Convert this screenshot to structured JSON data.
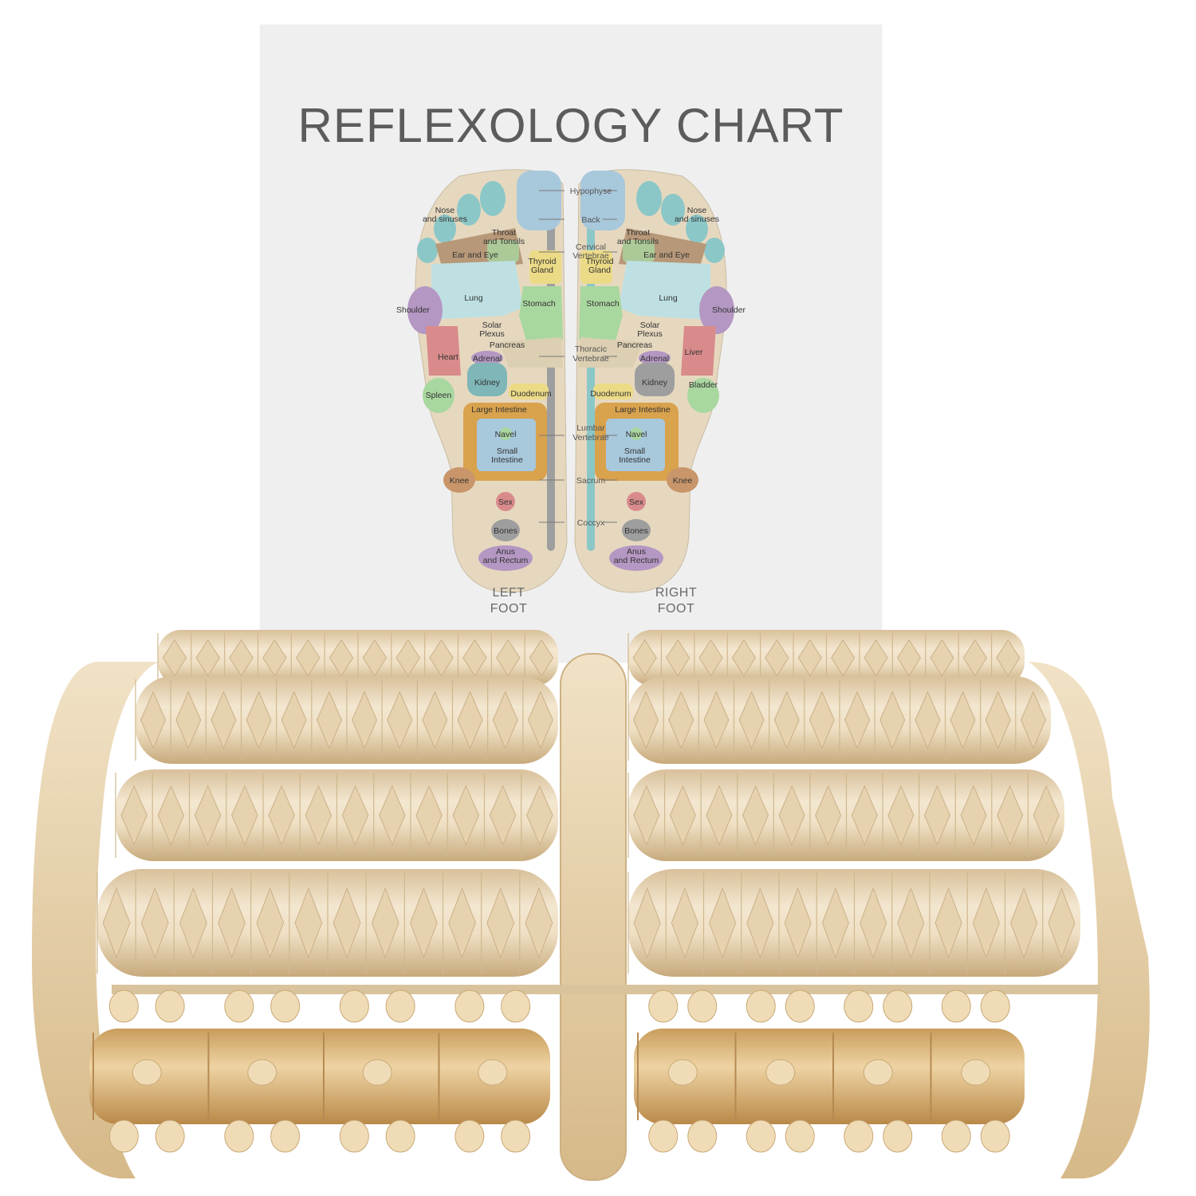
{
  "chart": {
    "title": "REFLEXOLOGY CHART",
    "left_foot_caption": [
      "LEFT",
      "FOOT"
    ],
    "right_foot_caption": [
      "RIGHT",
      "FOOT"
    ],
    "center_labels": [
      "Hypophyse",
      "Back",
      "Cervical",
      "Vertebrae",
      "Thoracic",
      "Vertebrae",
      "Lumbar",
      "Vertebrae",
      "Sacrum",
      "Coccyx"
    ],
    "left_foot_labels": {
      "nose": [
        "Nose",
        "and sinuses"
      ],
      "ear": "Ear and Eye",
      "throat": [
        "Throat",
        "and Tonsils"
      ],
      "thyroid": [
        "Thyroid",
        "Gland"
      ],
      "shoulder": "Shoulder",
      "lung": "Lung",
      "stomach": "Stomach",
      "solar": [
        "Solar",
        "Plexus"
      ],
      "pancreas": "Pancreas",
      "heart": "Heart",
      "adrenal": "Adrenal",
      "kidney": "Kidney",
      "spleen": "Spleen",
      "duodenum": "Duodenum",
      "large_intestine": "Large Intestine",
      "navel": "Navel",
      "small_intestine": [
        "Small",
        "Intestine"
      ],
      "knee": "Knee",
      "sex": "Sex",
      "bones": "Bones",
      "anus": [
        "Anus",
        "and Rectum"
      ]
    },
    "right_foot_labels": {
      "nose": [
        "Nose",
        "and sinuses"
      ],
      "ear": "Ear and Eye",
      "throat": [
        "Throat",
        "and Tonsils"
      ],
      "thyroid": [
        "Thyroid",
        "Gland"
      ],
      "shoulder": "Shoulder",
      "lung": "Lung",
      "stomach": "Stomach",
      "solar": [
        "Solar",
        "Plexus"
      ],
      "pancreas": "Pancreas",
      "liver": "Liver",
      "adrenal": "Adrenal",
      "kidney": "Kidney",
      "bladder": "Bladder",
      "duodenum": "Duodenum",
      "large_intestine": "Large Intestine",
      "navel": "Navel",
      "small_intestine": [
        "Small",
        "Intestine"
      ],
      "knee": "Knee",
      "sex": "Sex",
      "bones": "Bones",
      "anus": [
        "Anus",
        "and Rectum"
      ]
    }
  },
  "colors": {
    "card": "#efefef",
    "wood_light": "#ead9b9",
    "wood_mid": "#d9bd8b",
    "wood_dark": "#b99460",
    "roller_small": "#e2c08a",
    "teal": "#8cc7c8",
    "blue": "#a8c8dc",
    "green": "#a9d7a0",
    "yellow": "#ecdb86",
    "red": "#d98b8b",
    "purple": "#b497c2",
    "orange": "#d9a24d",
    "grey": "#9e9e9e",
    "tan": "#e6d8bf"
  },
  "rollers": {
    "large_rows": 4,
    "small_rows": 1,
    "segments_per_side": 12
  }
}
